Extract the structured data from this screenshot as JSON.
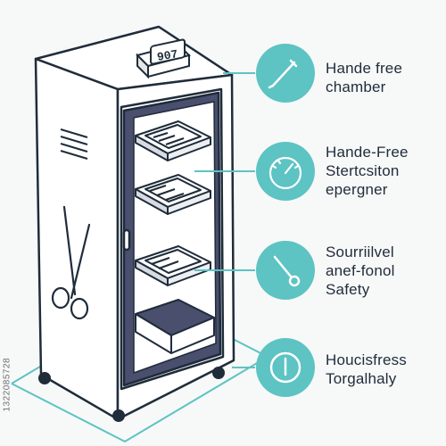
{
  "cabinet": {
    "display_reading": "907"
  },
  "callouts": [
    {
      "icon": "pen-icon",
      "lines": [
        "Hande free",
        "chamber"
      ]
    },
    {
      "icon": "gauge-icon",
      "lines": [
        "Hande-Free",
        "Stertcsiton",
        "epergner"
      ]
    },
    {
      "icon": "probe-icon",
      "lines": [
        "Sourriilvel",
        "anef-fonol",
        "Safety"
      ]
    },
    {
      "icon": "power-icon",
      "lines": [
        "Houcisfress",
        "Torgalhaly"
      ]
    }
  ],
  "side_id": "1322085728",
  "colors": {
    "accent": "#5dc3c3",
    "line": "#1f2c3a",
    "glass": "#4a4f6e",
    "body": "#ffffff",
    "background": "#f7f8f8"
  }
}
